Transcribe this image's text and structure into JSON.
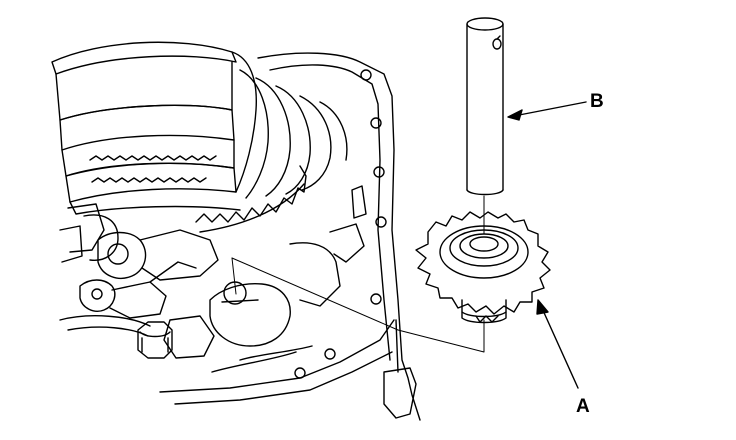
{
  "diagram": {
    "line_color": "#000000",
    "background": "#ffffff",
    "callouts": [
      {
        "id": "a",
        "text": "A",
        "refers_to": "gear"
      },
      {
        "id": "b",
        "text": "B",
        "refers_to": "shaft"
      }
    ]
  }
}
